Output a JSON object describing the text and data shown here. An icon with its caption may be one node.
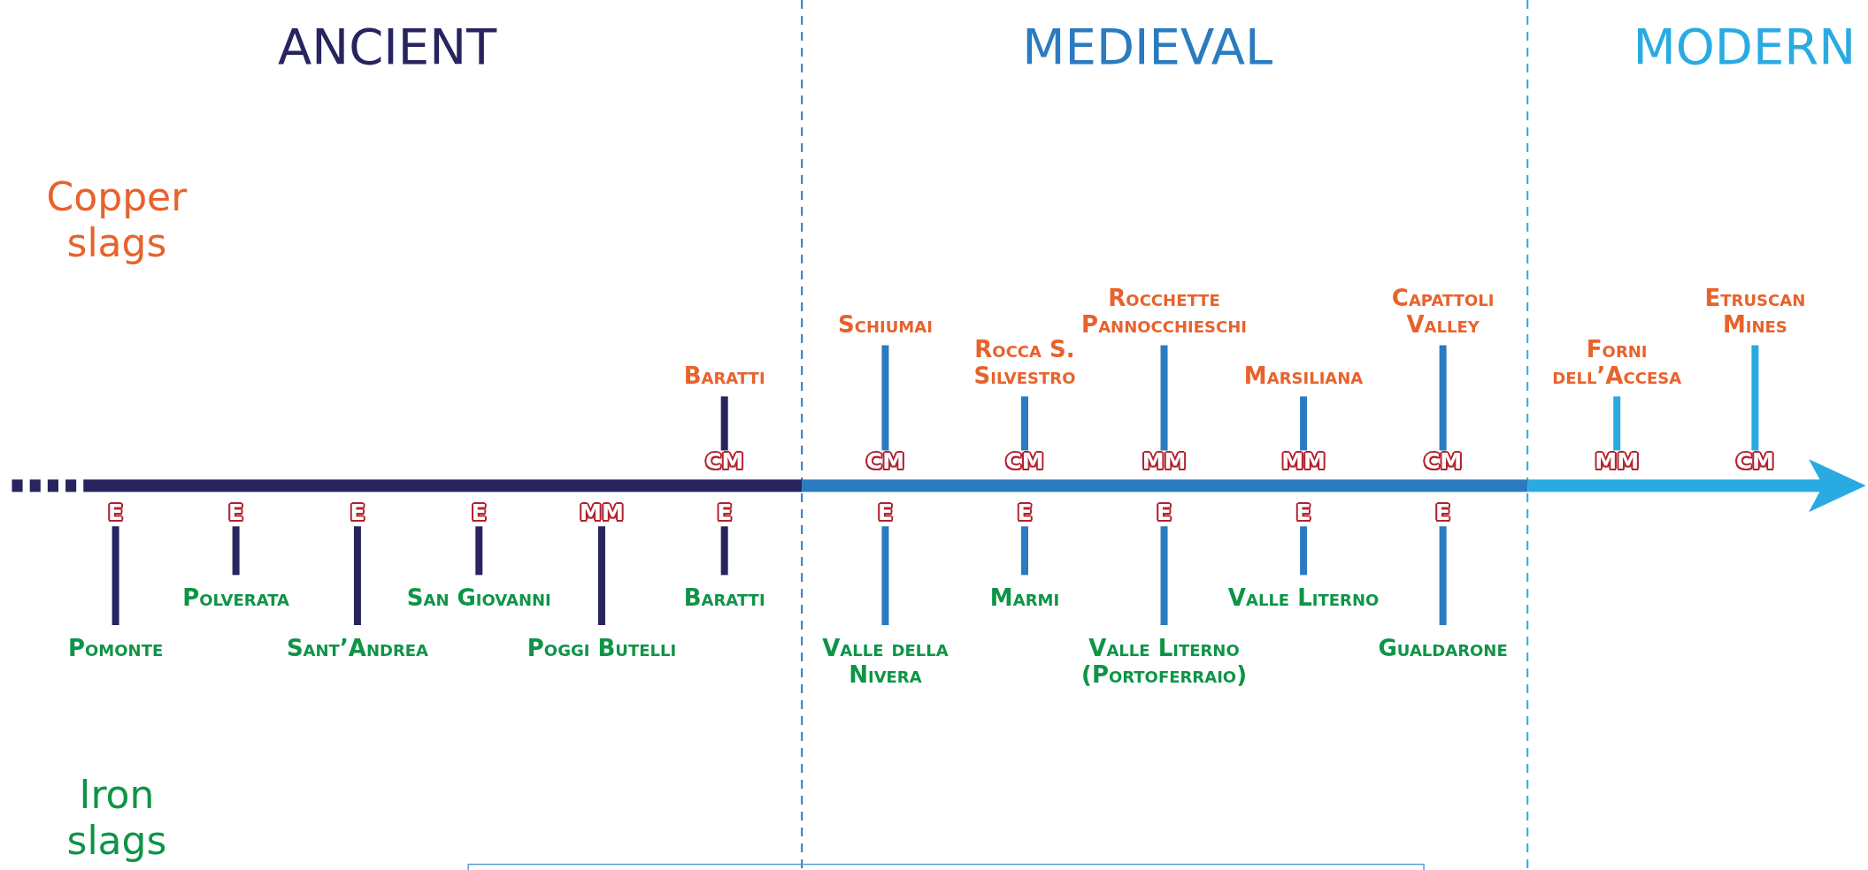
{
  "diagram": {
    "nodes": [
      {
        "text": [
          "Baratti"
        ]
      },
      {
        "text": [
          "Schiumai"
        ]
      },
      {
        "text": [
          "Rocca S. Silvestro"
        ]
      },
      {
        "text": [
          "Rocchette Pannocchieschi"
        ]
      },
      {
        "text": [
          "Marsiliana"
        ]
      },
      {
        "text": [
          "Capattoli Valley"
        ]
      },
      {
        "text": [
          "Forni dell’Accesa"
        ]
      },
      {
        "text": [
          "Etruscan Mines"
        ]
      },
      {
        "text": [
          "CM"
        ]
      },
      {
        "text": [
          "CM"
        ]
      },
      {
        "text": [
          "CM"
        ]
      },
      {
        "text": [
          "MM"
        ]
      },
      {
        "text": [
          "MM"
        ]
      },
      {
        "text": [
          "CM"
        ]
      },
      {
        "text": [
          "MM"
        ]
      },
      {
        "text": [
          "CM"
        ]
      },
      {
        "text": [
          "E"
        ]
      },
      {
        "text": [
          "E"
        ]
      },
      {
        "text": [
          "E"
        ]
      },
      {
        "text": [
          "E"
        ]
      },
      {
        "text": [
          "MM"
        ]
      },
      {
        "text": [
          "E"
        ]
      },
      {
        "text": [
          "E"
        ]
      },
      {
        "text": [
          "E"
        ]
      },
      {
        "text": [
          "E"
        ]
      },
      {
        "text": [
          "E"
        ]
      },
      {
        "text": [
          "E"
        ]
      },
      {
        "text": [
          "Pomonte"
        ]
      },
      {
        "text": [
          "Polverata"
        ]
      },
      {
        "text": [
          "Sant’Andrea"
        ]
      },
      {
        "text": [
          "San Giovanni"
        ]
      },
      {
        "text": [
          "Poggi Butelli"
        ]
      },
      {
        "text": [
          "Baratti"
        ]
      },
      {
        "text": [
          "Valle della Nivera"
        ]
      },
      {
        "text": [
          "Marmi"
        ]
      },
      {
        "text": [
          "Valle Literno (Portoferraio)"
        ]
      },
      {
        "text": [
          "Valle Literno"
        ]
      },
      {
        "text": [
          "Gualdarone"
        ]
      }
    ],
    "edges": [
      {
        "from": 0,
        "to": 8,
        "arrow": "none",
        "color": "#27245f"
      },
      {
        "from": 1,
        "to": 9,
        "arrow": "none"
      },
      {
        "from": 2,
        "to": 10,
        "arrow": "none"
      },
      {
        "from": 3,
        "to": 11,
        "arrow": "none"
      },
      {
        "from": 4,
        "to": 12,
        "arrow": "none"
      },
      {
        "from": 5,
        "to": 13,
        "arrow": "none"
      },
      {
        "from": 6,
        "to": 14,
        "arrow": "none",
        "color": "#29abe2"
      },
      {
        "from": 7,
        "to": 15,
        "arrow": "none",
        "color": "#29abe2"
      },
      {
        "from": 16,
        "to": 27,
        "arrow": "none",
        "color": "#27245f"
      },
      {
        "from": 17,
        "to": 28,
        "arrow": "none",
        "color": "#27245f"
      },
      {
        "from": 18,
        "to": 29,
        "arrow": "none",
        "color": "#27245f"
      },
      {
        "from": 19,
        "to": 30,
        "arrow": "none",
        "color": "#27245f"
      },
      {
        "from": 20,
        "to": 31,
        "arrow": "none",
        "color": "#27245f"
      },
      {
        "from": 21,
        "to": 32,
        "arrow": "none",
        "color": "#27245f"
      },
      {
        "from": 22,
        "to": 33,
        "arrow": "none"
      },
      {
        "from": 23,
        "to": 34,
        "arrow": "none"
      },
      {
        "from": 24,
        "to": 35,
        "arrow": "none"
      },
      {
        "from": 25,
        "to": 36,
        "arrow": "none"
      },
      {
        "from": 26,
        "to": 37,
        "arrow": "none"
      }
    ],
    "labels": [
      "ANCIENT",
      "MEDIEVAL",
      "MODERN",
      "Copper slags",
      "Iron slags"
    ]
  }
}
